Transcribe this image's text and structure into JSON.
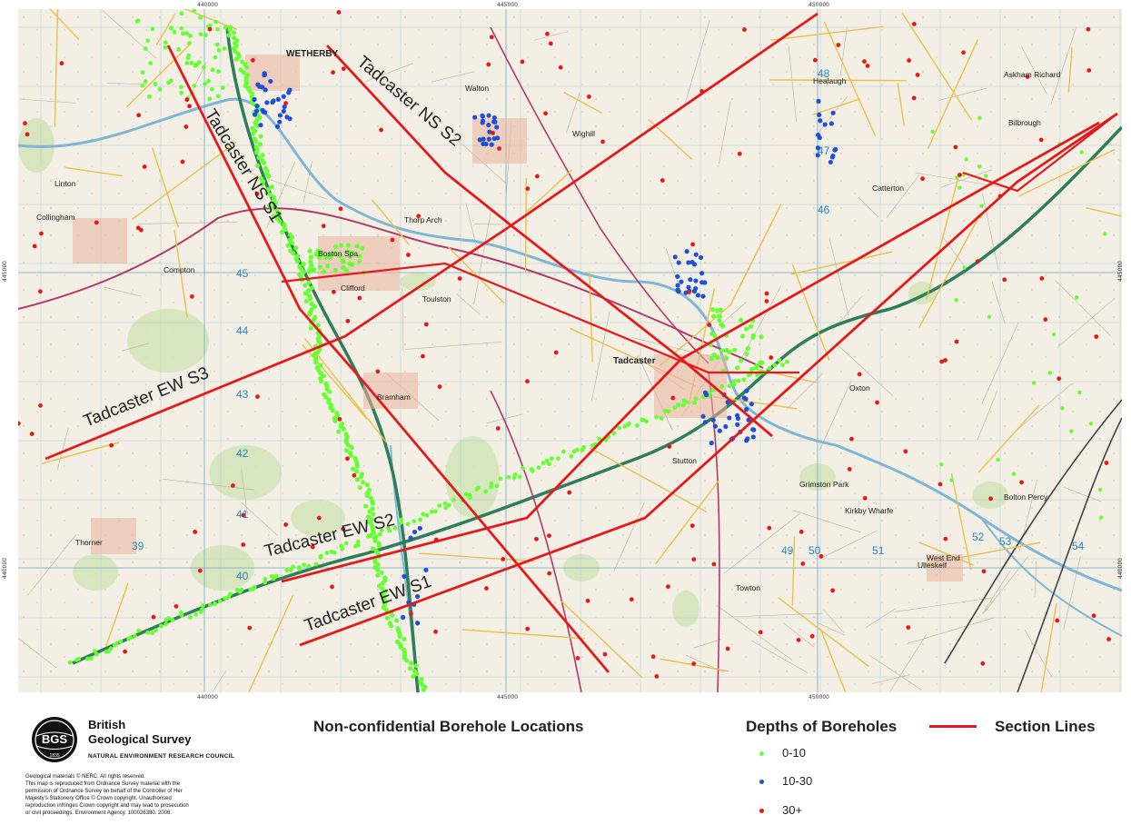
{
  "map": {
    "grid_eastings": [
      "440000",
      "445000",
      "450000"
    ],
    "grid_northings": [
      "445000",
      "440000"
    ],
    "grid_numbers": [
      "48",
      "47",
      "46",
      "45",
      "44",
      "43",
      "42",
      "41",
      "40",
      "39",
      "49",
      "50",
      "51",
      "52",
      "53",
      "54"
    ],
    "place_names": [
      "WETHERBY",
      "Walton",
      "Linton",
      "Collingham",
      "Boston Spa",
      "Clifford",
      "Thorp Arch",
      "Bramham",
      "Tadcaster",
      "Toulston",
      "Healaugh",
      "Bilbrough",
      "Askham Richard",
      "Thorner",
      "Towton",
      "Ulleskelf",
      "Oxton",
      "Catterton",
      "Compton",
      "Grimston Park",
      "Kirkby Wharfe",
      "Bolton Percy",
      "West End",
      "Stutton",
      "Wighill"
    ],
    "section_lines": [
      {
        "name": "Tadcaster NS S1"
      },
      {
        "name": "Tadcaster NS S2"
      },
      {
        "name": "Tadcaster EW S3"
      },
      {
        "name": "Tadcaster EW S2"
      },
      {
        "name": "Tadcaster EW S1"
      }
    ]
  },
  "footer": {
    "logo_text": "BGS",
    "logo_year": "1835",
    "org_name_line1": "British",
    "org_name_line2": "Geological Survey",
    "org_sub": "NATURAL ENVIRONMENT RESEARCH COUNCIL",
    "copyright_lines": [
      "Geological materials  © NERC. All rights reserved.",
      "This map is reproduced from Ordnance Survey material with the",
      "permission of Ordnance Survey on behalf of the Controller of Her",
      "Majesty's Stationery Office © Crown copyright. Unauthorised",
      "reproduction infringes Crown copyright and may lead to prosecution",
      "or civil proceedings. Environment Agency. 100026380. 2006."
    ],
    "title": "Non-confidential Borehole Locations"
  },
  "legend": {
    "depth_title": "Depths of Boreholes",
    "line_label": "Section Lines",
    "items": [
      {
        "label": "0-10",
        "color": "#66ff33"
      },
      {
        "label": "10-30",
        "color": "#1f4fd6"
      },
      {
        "label": "30+",
        "color": "#e31a1c"
      }
    ],
    "line_color": "#e31a1c"
  }
}
